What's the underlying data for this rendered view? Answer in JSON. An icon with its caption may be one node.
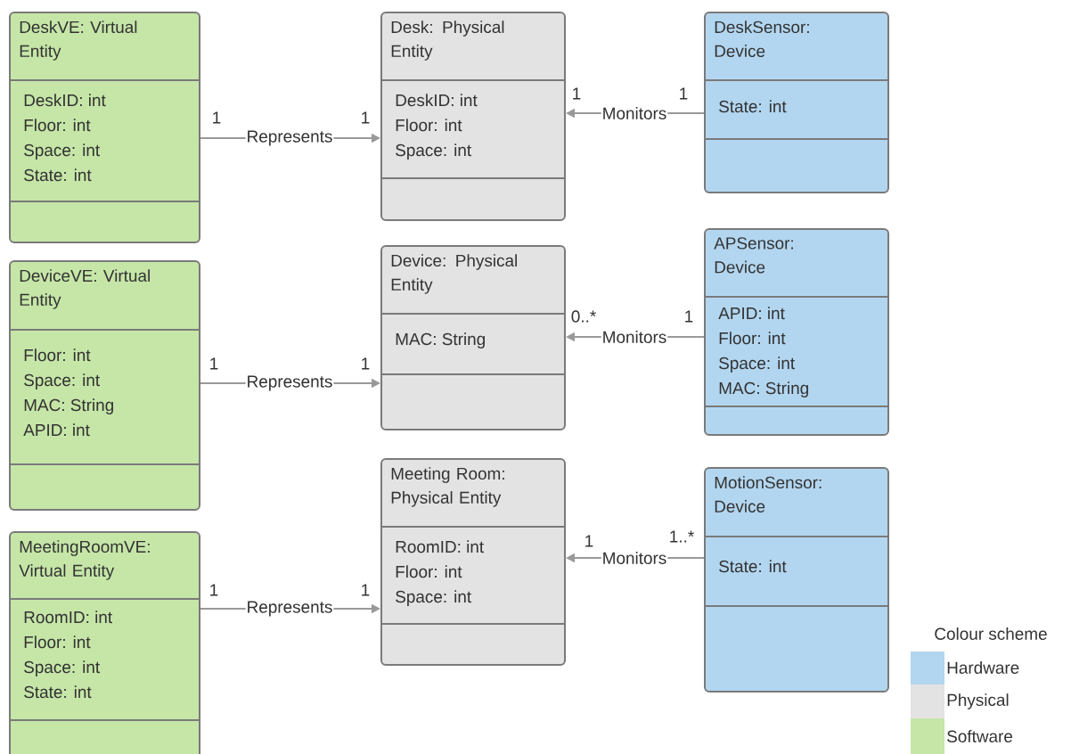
{
  "diagram": {
    "nodes": [
      {
        "text": [
          "DeskVE: Virtual Entity",
          "DeskID: int",
          "Floor: int",
          "Space: int",
          "State: int"
        ]
      },
      {
        "text": [
          "Desk: Physical Entity",
          "DeskID: int",
          "Floor: int",
          "Space: int"
        ]
      },
      {
        "text": [
          "DeskSensor: Device",
          "State: int"
        ]
      },
      {
        "text": [
          "DeviceVE: Virtual Entity",
          "Floor: int",
          "Space: int",
          "MAC: String",
          "APID: int"
        ]
      },
      {
        "text": [
          "Device: Physical Entity",
          "MAC: String"
        ]
      },
      {
        "text": [
          "APSensor: Device",
          "APID: int",
          "Floor: int",
          "Space: int",
          "MAC: String"
        ]
      },
      {
        "text": [
          "MeetingRoomVE: Virtual Entity",
          "RoomID: int",
          "Floor: int",
          "Space: int",
          "State: int"
        ]
      },
      {
        "text": [
          "Meeting Room: Physical Entity",
          "RoomID: int",
          "Floor: int",
          "Space: int"
        ]
      },
      {
        "text": [
          "MotionSensor: Device",
          "State: int"
        ]
      }
    ],
    "edges": [
      {
        "from": 0,
        "to": 1,
        "arrow": "to",
        "label": "Represents"
      },
      {
        "from": 2,
        "to": 1,
        "arrow": "to",
        "label": "Monitors"
      },
      {
        "from": 3,
        "to": 4,
        "arrow": "to",
        "label": "Represents"
      },
      {
        "from": 5,
        "to": 4,
        "arrow": "to",
        "label": "Monitors"
      },
      {
        "from": 6,
        "to": 7,
        "arrow": "to",
        "label": "Represents"
      },
      {
        "from": 8,
        "to": 7,
        "arrow": "to",
        "label": "Monitors"
      }
    ],
    "labels": [
      "1",
      "1",
      "1",
      "1",
      "1",
      "1",
      "0..*",
      "1",
      "1",
      "1",
      "1",
      "1..*",
      "Colour scheme"
    ],
    "legend": [
      {
        "text": "Hardware",
        "color": "#b3d6f0"
      },
      {
        "text": "Physical",
        "color": "#e3e3e3"
      },
      {
        "text": "Software",
        "color": "#c6e6a8"
      }
    ]
  }
}
